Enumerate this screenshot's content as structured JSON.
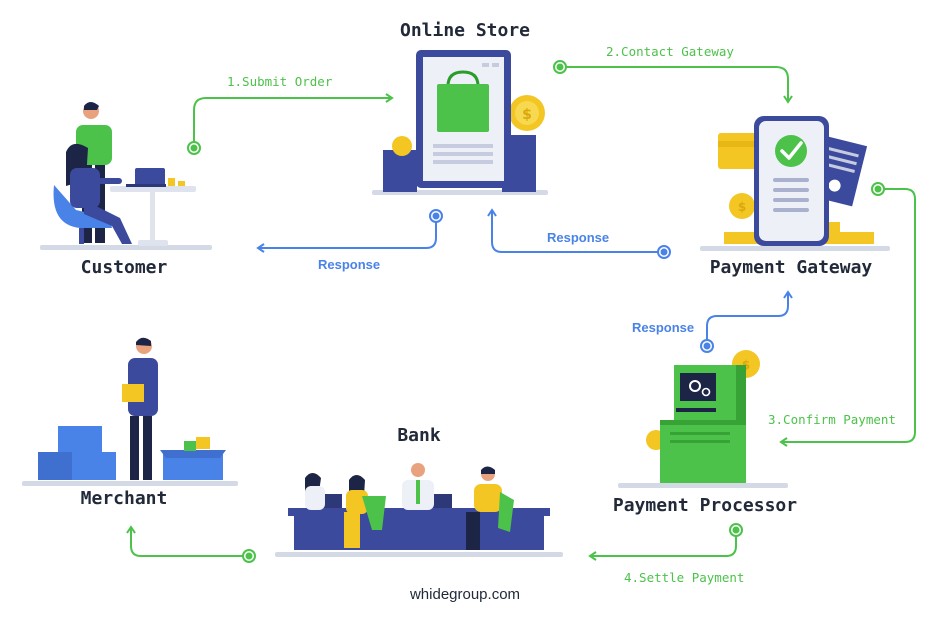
{
  "nodes": {
    "online_store": "Online Store",
    "customer": "Customer",
    "payment_gateway": "Payment Gateway",
    "payment_processor": "Payment Processor",
    "merchant": "Merchant",
    "bank": "Bank"
  },
  "edges": {
    "submit_order": "1.Submit Order",
    "contact_gateway": "2.Contact Gateway",
    "confirm_payment": "3.Confirm Payment",
    "settle_payment": "4.Settle Payment",
    "response_store_to_customer": "Response",
    "response_gateway_to_store": "Response",
    "response_processor_to_gateway": "Response"
  },
  "footer": "whidegroup.com",
  "colors": {
    "green": "#4cc24a",
    "blue": "#4a83e8",
    "navy": "#3b4a9c",
    "dark_text": "#222a3a"
  },
  "icons": [
    "online-store-icon",
    "customer-icon",
    "payment-gateway-icon",
    "payment-processor-icon",
    "merchant-icon",
    "bank-icon"
  ]
}
